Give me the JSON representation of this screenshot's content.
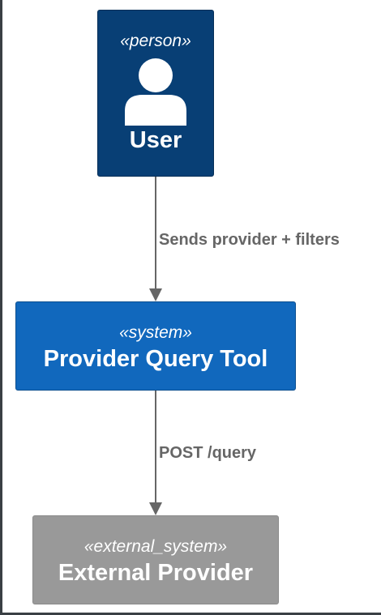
{
  "nodes": {
    "person": {
      "stereotype": "«person»",
      "name": "User",
      "color": "#083f75",
      "icon": "person-icon"
    },
    "system": {
      "stereotype": "«system»",
      "name": "Provider Query Tool",
      "color": "#1168bd"
    },
    "external": {
      "stereotype": "«external_system»",
      "name": "External Provider",
      "color": "#999999"
    }
  },
  "edges": [
    {
      "from": "person",
      "to": "system",
      "label": "Sends provider + filters"
    },
    {
      "from": "system",
      "to": "external",
      "label": "POST /query"
    }
  ],
  "edge_color": "#666666"
}
